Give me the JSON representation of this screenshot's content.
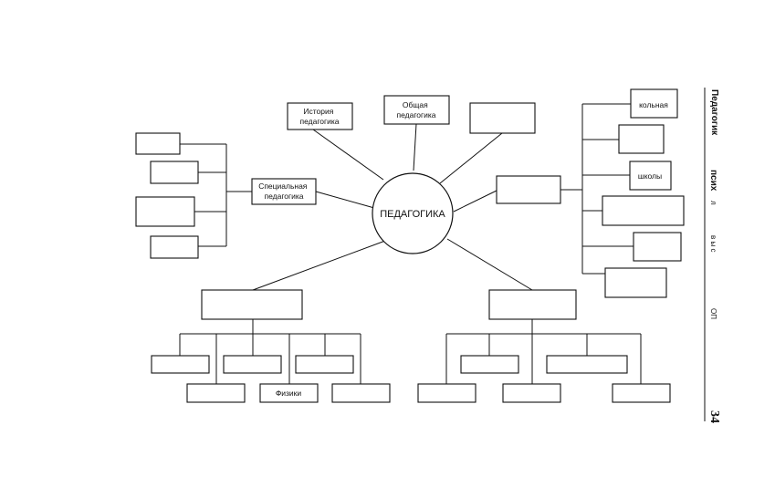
{
  "diagram": {
    "center": "ПЕДАГОГИКА",
    "boxes": {
      "history": "История\nпедагогика",
      "general": "Общая\nпедагогика",
      "special": "Специальная\nпедагогика",
      "school_top": "кольная",
      "schools": "школы",
      "physics": "Физики",
      "empty": ""
    }
  },
  "margin": {
    "title": "Педагогик",
    "frag_psych": "псих",
    "frag_l": "л",
    "frag_vys": "в ы с",
    "frag_op": "ОП",
    "page_number": "34"
  }
}
